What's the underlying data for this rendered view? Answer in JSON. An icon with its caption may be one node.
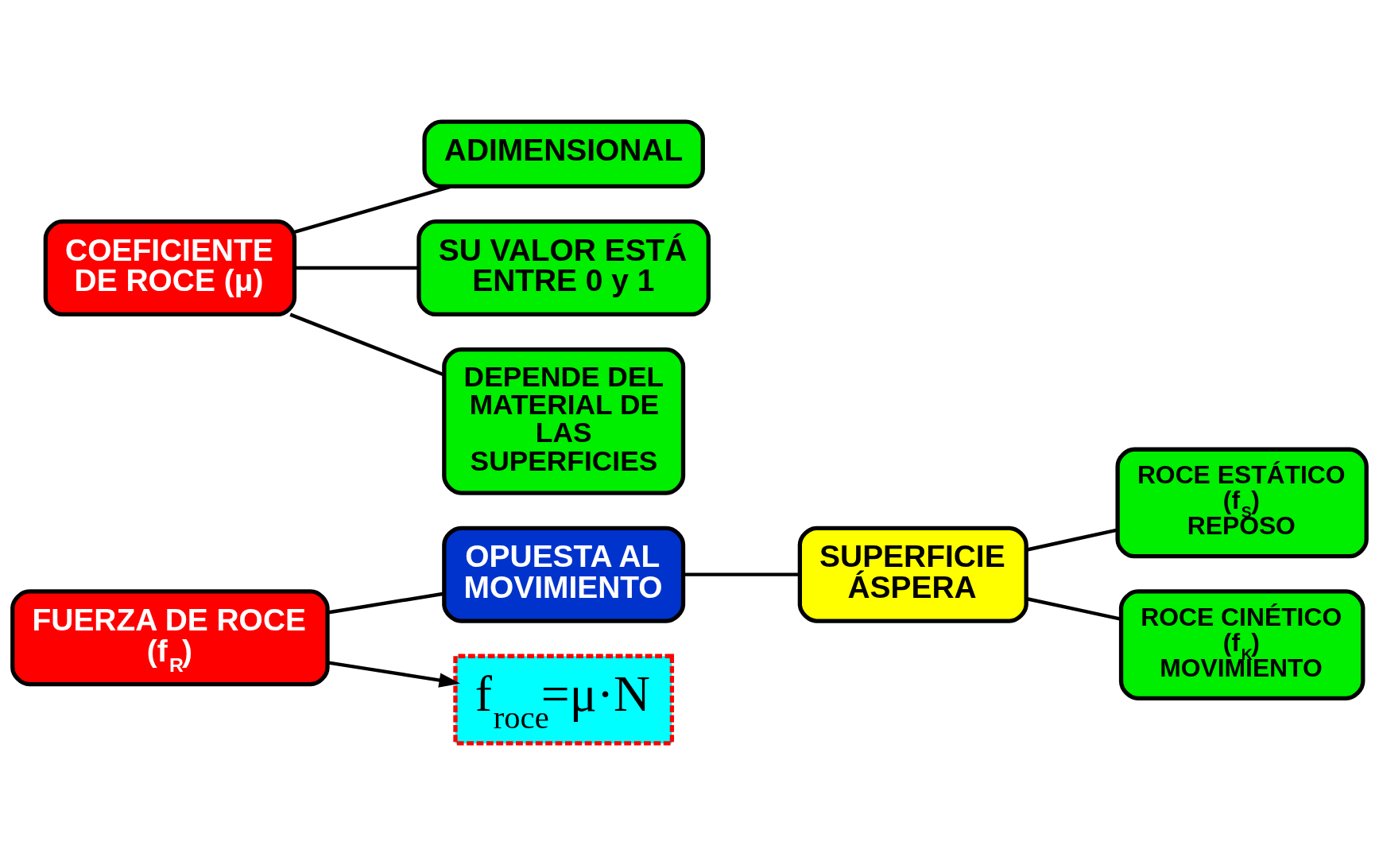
{
  "diagram": {
    "nodes": [
      {
        "text": [
          "FUERZA DE ROCE (f$_{R}$)"
        ]
      },
      {
        "text": [
          "OPUESTA AL MOVIMIENTO"
        ]
      },
      {
        "text": [
          "SUPERFICIE ÁSPERA"
        ]
      },
      {
        "text": [
          "ROCE ESTÁTICO (f$_{S}$)",
          "REPOSO"
        ]
      },
      {
        "text": [
          "ROCE CINÉTICO (f$_{K}$)",
          "MOVIMIENTO"
        ]
      },
      {
        "text": [
          "COEFICIENTE DE ROCE (μ)"
        ]
      },
      {
        "text": [
          "ADIMENSIONAL"
        ]
      },
      {
        "text": [
          "SU VALOR ESTÁ ENTRE 0 y 1"
        ]
      },
      {
        "text": [
          "DEPENDE DEL MATERIAL DE LAS SUPERFICIES"
        ]
      },
      {
        "text": [
          "f$_{roce}$=μ·N"
        ]
      }
    ],
    "edges": [
      {
        "from": 0,
        "to": 1,
        "arrow": "none"
      },
      {
        "from": 1,
        "to": 2,
        "arrow": "none"
      },
      {
        "from": 2,
        "to": 3,
        "arrow": "none"
      },
      {
        "from": 2,
        "to": 4,
        "arrow": "none"
      },
      {
        "from": 0,
        "to": 9,
        "arrow": "to"
      },
      {
        "from": 5,
        "to": 6,
        "arrow": "none"
      },
      {
        "from": 5,
        "to": 7,
        "arrow": "none"
      },
      {
        "from": 5,
        "to": 8,
        "arrow": "none"
      }
    ]
  }
}
